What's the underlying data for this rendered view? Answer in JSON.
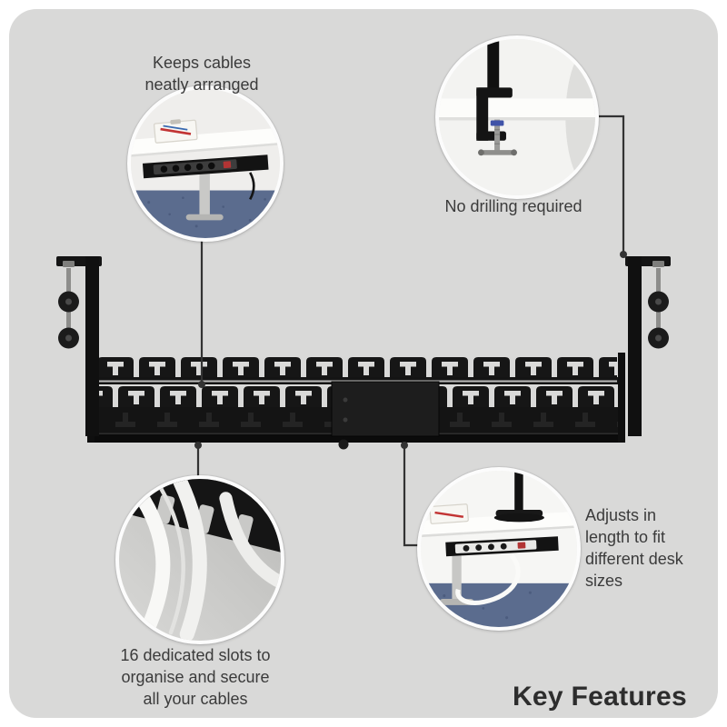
{
  "page": {
    "heading": "Key Features",
    "background_color": "#ffffff",
    "panel_color": "#d9d9d8",
    "callout_line_color": "#333333",
    "product_color": "#141414",
    "text_color": "#3b3b3b"
  },
  "features": [
    {
      "id": "keeps-cables-neat",
      "label": "Keeps cables neatly arranged",
      "lines": [
        "Keeps cables",
        "neatly arranged"
      ],
      "illustration": "desk-with-under-desk-cable-tray-photo"
    },
    {
      "id": "no-drilling",
      "label": "No drilling required",
      "lines": [
        "No drilling required"
      ],
      "illustration": "desk-edge-clamp-photo"
    },
    {
      "id": "sixteen-slots",
      "label": "16 dedicated slots to organise and secure all your cables",
      "lines": [
        "16 dedicated slots to",
        "organise and secure",
        "all your cables"
      ],
      "illustration": "cable-slots-closeup-photo"
    },
    {
      "id": "adjustable-length",
      "label": "Adjusts in length to fit different desk sizes",
      "lines": [
        "Adjusts in",
        "length to fit",
        "different desk",
        "sizes"
      ],
      "illustration": "standing-desk-with-tray-photo"
    }
  ]
}
